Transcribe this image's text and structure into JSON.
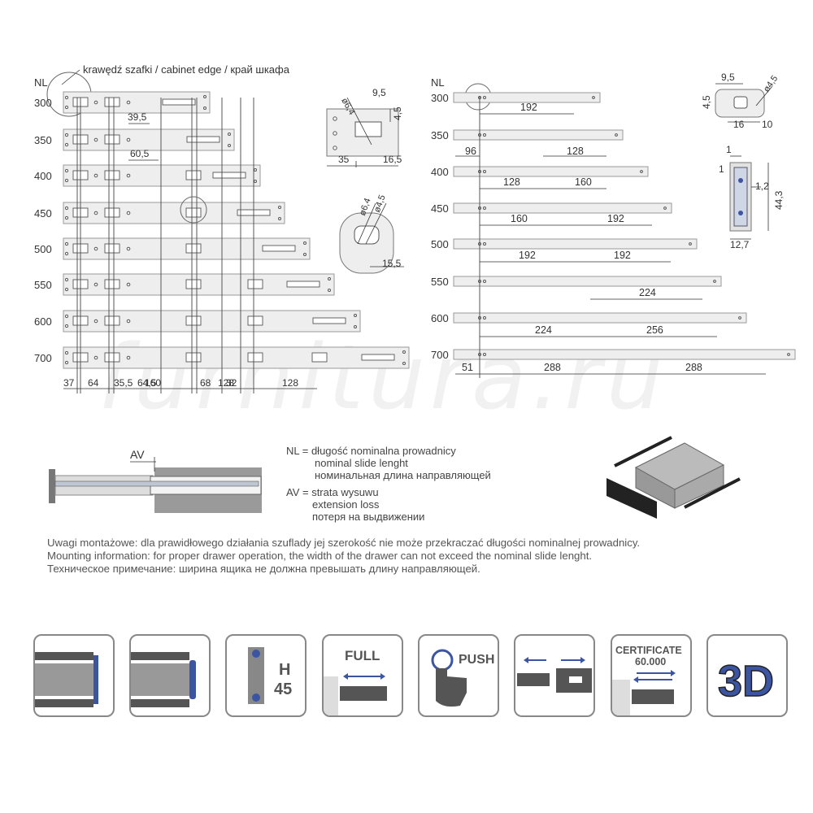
{
  "header": {
    "cabinet_edge": "krawędź szafki / cabinet edge / край шкафа",
    "nl_label": "NL"
  },
  "left_panel": {
    "lengths": [
      "300",
      "350",
      "400",
      "450",
      "500",
      "550",
      "600",
      "700"
    ],
    "dims_small": {
      "d1": "39,5",
      "d2": "60,5"
    },
    "bottom_dims": [
      "37",
      "64",
      "35,5",
      "64,5",
      "160",
      "68",
      "128",
      "32",
      "128"
    ]
  },
  "detail_top": {
    "dia": "ø6,4",
    "d95": "9,5",
    "d45": "4,5",
    "d35": "35",
    "d165": "16,5"
  },
  "detail_oval": {
    "dia1": "ø6,4",
    "dia2": "ø4,5",
    "d155": "15,5"
  },
  "right_panel": {
    "nl_label": "NL",
    "lengths": [
      "300",
      "350",
      "400",
      "450",
      "500",
      "550",
      "600",
      "700"
    ],
    "dims": {
      "r300": [
        "192"
      ],
      "r350": [
        "96",
        "128"
      ],
      "r400": [
        "128",
        "160"
      ],
      "r450": [
        "160",
        "192"
      ],
      "r500": [
        "192",
        "192"
      ],
      "r550": [
        "224"
      ],
      "r600": [
        "224",
        "256"
      ],
      "r700": [
        "51",
        "288",
        "288"
      ]
    }
  },
  "profile_detail": {
    "d95": "9,5",
    "d45a": "4,5",
    "dia45": "ø4,5",
    "d16": "16",
    "d10": "10"
  },
  "section_detail": {
    "d1a": "1",
    "d1b": "1",
    "d12": "1,2",
    "d443": "44,3",
    "d127": "12,7"
  },
  "av_label": "AV",
  "legend": {
    "nl_def": [
      "NL = długość nominalna prowadnicy",
      "nominal slide lenght",
      "номинальная длина направляющей"
    ],
    "av_def": [
      "AV = strata wysuwu",
      "extension loss",
      "потеря на выдвижении"
    ]
  },
  "notes": [
    "Uwagi montażowe: dla prawidłowego działania szuflady jej szerokość nie może przekraczać długości nominalnej prowadnicy.",
    "Mounting information: for proper drawer operation, the width of the drawer can not exceed the nominal slide lenght.",
    "Техническое примечание: ширина ящика не должна превышать длину направляющей."
  ],
  "icons": {
    "h_label": "H",
    "h_value": "45",
    "full_label": "FULL",
    "push_label": "PUSH",
    "cert_label": "CERTIFICATE",
    "cert_value": "60.000",
    "threed_label": "3D"
  },
  "watermark": "furnitura.ru",
  "colors": {
    "accent_blue": "#3b55a3",
    "dark_gray": "#555555",
    "rail_fill": "#eeeeee"
  }
}
